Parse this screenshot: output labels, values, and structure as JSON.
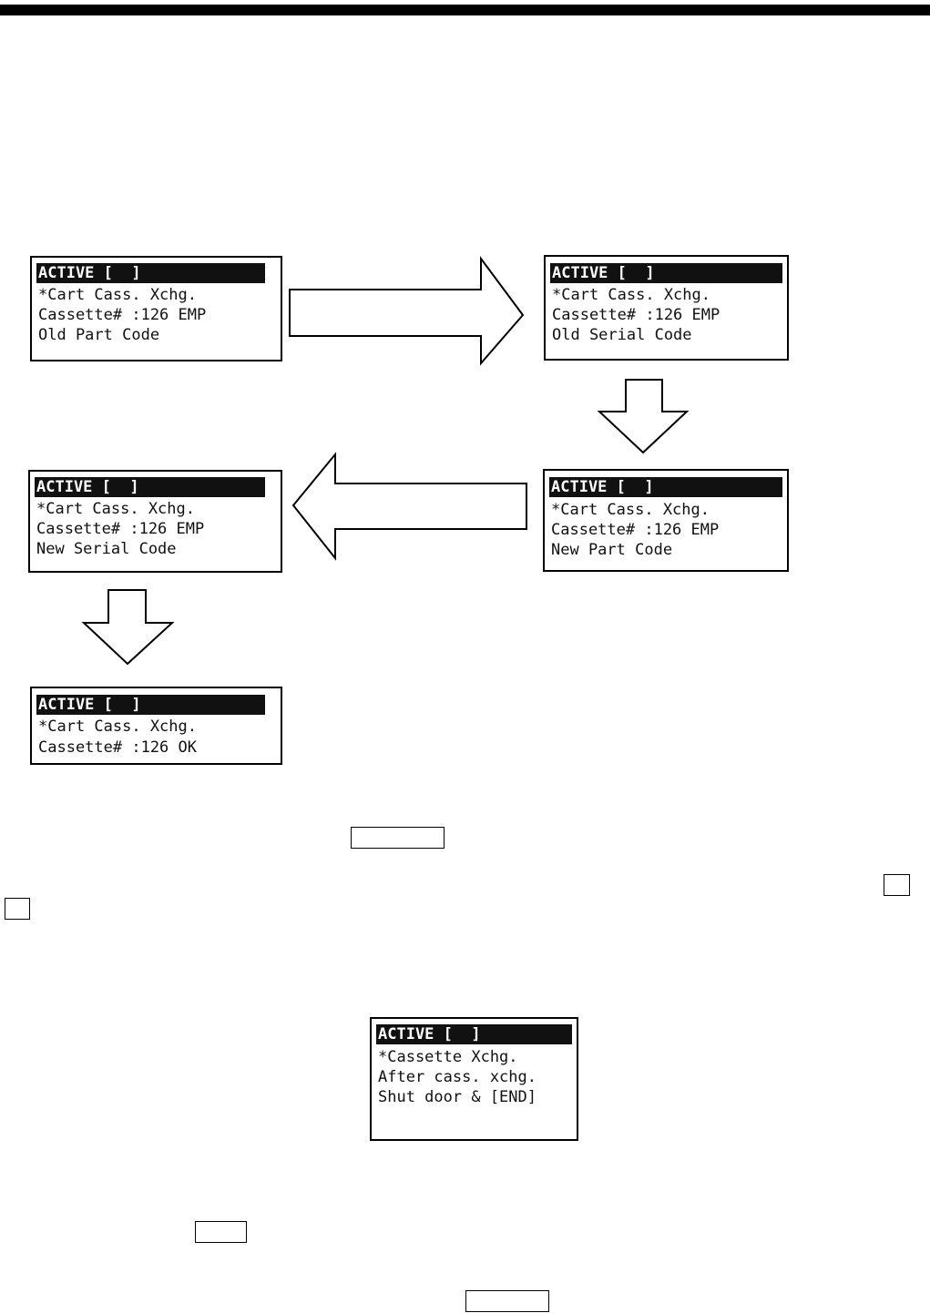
{
  "screens": [
    {
      "id": "old-part-code",
      "header": "ACTIVE [  ]",
      "lines": [
        "*Cart Cass. Xchg.",
        "Cassette# :126 EMP",
        "Old Part Code"
      ]
    },
    {
      "id": "old-serial-code",
      "header": "ACTIVE [  ]",
      "lines": [
        "*Cart Cass. Xchg.",
        "Cassette# :126 EMP",
        "Old Serial Code"
      ]
    },
    {
      "id": "new-part-code",
      "header": "ACTIVE [  ]",
      "lines": [
        "*Cart Cass. Xchg.",
        "Cassette# :126 EMP",
        "New Part Code"
      ]
    },
    {
      "id": "new-serial-code",
      "header": "ACTIVE [  ]",
      "lines": [
        "*Cart Cass. Xchg.",
        "Cassette# :126 EMP",
        "New Serial Code"
      ]
    },
    {
      "id": "complete",
      "header": "ACTIVE [  ]",
      "lines": [
        "*Cart Cass. Xchg.",
        "Cassette# :126 OK"
      ]
    },
    {
      "id": "shut-door",
      "header": "ACTIVE [  ]",
      "lines": [
        "*Cassette Xchg.",
        "After cass. xchg.",
        "Shut door & [END]"
      ]
    }
  ]
}
